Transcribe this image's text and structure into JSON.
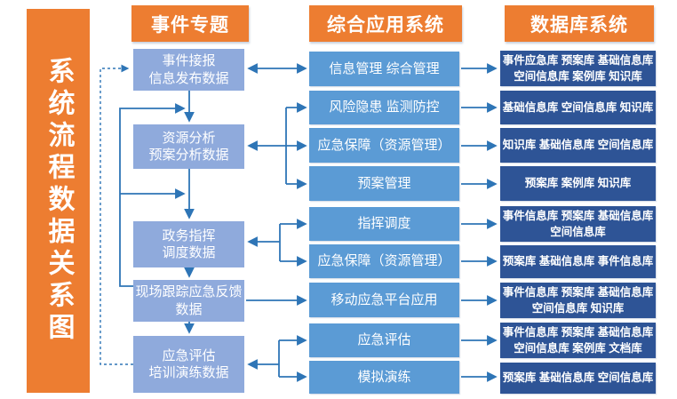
{
  "title": "系统流程数据关系图",
  "colors": {
    "header_orange": "#ED7D31",
    "col1_light_blue": "#8FAADC",
    "col2_mid_blue": "#5B9BD5",
    "col3_dark_blue": "#2E5496",
    "arrow_blue": "#2E75B6",
    "text_white": "#FFFFFF"
  },
  "headers": {
    "col1": "事件专题",
    "col2": "综合应用系统",
    "col3": "数据库系统"
  },
  "col1_boxes": [
    {
      "label": "事件接报\n信息发布数据"
    },
    {
      "label": "资源分析\n预案分析数据"
    },
    {
      "label": "政务指挥\n调度数据"
    },
    {
      "label": "现场跟踪应急反馈\n数据"
    },
    {
      "label": "应急评估\n培训演练数据"
    }
  ],
  "col2_boxes": [
    {
      "label": "信息管理  综合管理"
    },
    {
      "label": "风险隐患  监测防控"
    },
    {
      "label": "应急保障（资源管理）"
    },
    {
      "label": "预案管理"
    },
    {
      "label": "指挥调度"
    },
    {
      "label": "应急保障（资源管理）"
    },
    {
      "label": "移动应急平台应用"
    },
    {
      "label": "应急评估"
    },
    {
      "label": "模拟演练"
    }
  ],
  "col3_boxes": [
    {
      "label": "事件应急库 预案库 基础信息库\n空间信息库 案例库 知识库"
    },
    {
      "label": "基础信息库 空间信息库 知识库"
    },
    {
      "label": "知识库 基础信息库 空间信息库"
    },
    {
      "label": "预案库 案例库 知识库"
    },
    {
      "label": "事件信息库 预案库 基础信息库\n空间信息库"
    },
    {
      "label": "预案库 基础信息库 事件信息库"
    },
    {
      "label": "事件信息库 预案库 基础信息库\n空间信息库 知识库"
    },
    {
      "label": "事件信息库 预案库 基础信息库\n空间信息库 案例库 文档库"
    },
    {
      "label": "预案库 基础信息库 空间信息库"
    }
  ]
}
